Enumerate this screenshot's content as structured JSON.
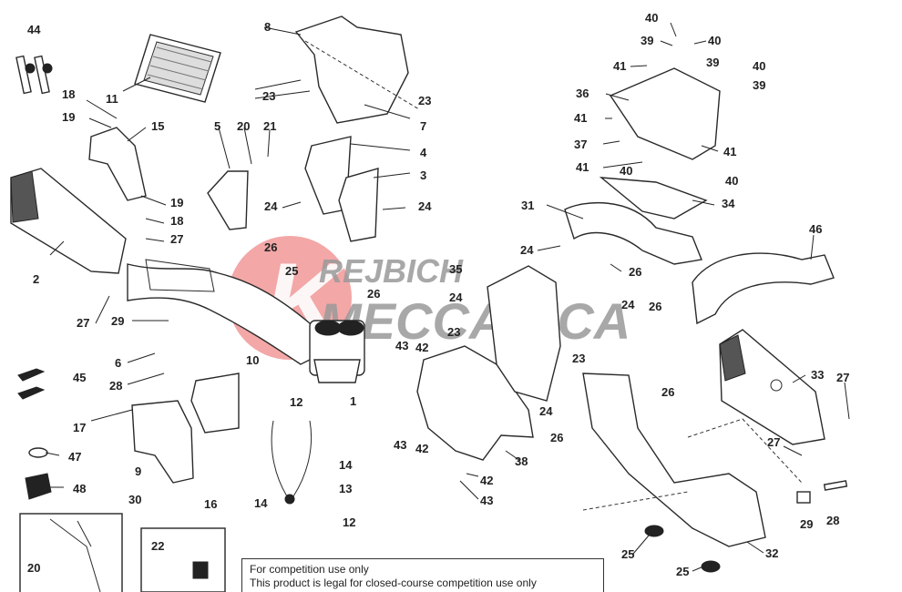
{
  "diagram": {
    "watermark": {
      "line1": "REJBICH",
      "line2": "MECCANICA",
      "logo_letter": "K"
    },
    "notice": {
      "line1": "For competition use only",
      "line2": "This product is legal for closed-course competition use only"
    },
    "part_labels": [
      {
        "id": "l44",
        "text": "44"
      },
      {
        "id": "l11",
        "text": "11"
      },
      {
        "id": "l18a",
        "text": "18"
      },
      {
        "id": "l19a",
        "text": "19"
      },
      {
        "id": "l15",
        "text": "15"
      },
      {
        "id": "l2",
        "text": "2"
      },
      {
        "id": "l19b",
        "text": "19"
      },
      {
        "id": "l18b",
        "text": "18"
      },
      {
        "id": "l27a",
        "text": "27"
      },
      {
        "id": "l27b",
        "text": "27"
      },
      {
        "id": "l29a",
        "text": "29"
      },
      {
        "id": "l6",
        "text": "6"
      },
      {
        "id": "l28a",
        "text": "28"
      },
      {
        "id": "l45",
        "text": "45"
      },
      {
        "id": "l17",
        "text": "17"
      },
      {
        "id": "l47",
        "text": "47"
      },
      {
        "id": "l48",
        "text": "48"
      },
      {
        "id": "l9",
        "text": "9"
      },
      {
        "id": "l30",
        "text": "30"
      },
      {
        "id": "l16",
        "text": "16"
      },
      {
        "id": "l10",
        "text": "10"
      },
      {
        "id": "l5",
        "text": "5"
      },
      {
        "id": "l20a",
        "text": "20"
      },
      {
        "id": "l21",
        "text": "21"
      },
      {
        "id": "l8",
        "text": "8"
      },
      {
        "id": "l23a",
        "text": "23"
      },
      {
        "id": "l23b",
        "text": "23"
      },
      {
        "id": "l7",
        "text": "7"
      },
      {
        "id": "l4",
        "text": "4"
      },
      {
        "id": "l3",
        "text": "3"
      },
      {
        "id": "l24a",
        "text": "24"
      },
      {
        "id": "l24b",
        "text": "24"
      },
      {
        "id": "l26a",
        "text": "26"
      },
      {
        "id": "l25a",
        "text": "25"
      },
      {
        "id": "l26b",
        "text": "26"
      },
      {
        "id": "l1",
        "text": "1"
      },
      {
        "id": "l12a",
        "text": "12"
      },
      {
        "id": "l14a",
        "text": "14"
      },
      {
        "id": "l14b",
        "text": "14"
      },
      {
        "id": "l13",
        "text": "13"
      },
      {
        "id": "l12b",
        "text": "12"
      },
      {
        "id": "l20b",
        "text": "20"
      },
      {
        "id": "l22",
        "text": "22"
      },
      {
        "id": "l35",
        "text": "35"
      },
      {
        "id": "l24c",
        "text": "24"
      },
      {
        "id": "l23c",
        "text": "23"
      },
      {
        "id": "l43a",
        "text": "43"
      },
      {
        "id": "l42a",
        "text": "42"
      },
      {
        "id": "l43b",
        "text": "43"
      },
      {
        "id": "l42b",
        "text": "42"
      },
      {
        "id": "l42c",
        "text": "42"
      },
      {
        "id": "l43c",
        "text": "43"
      },
      {
        "id": "l38",
        "text": "38"
      },
      {
        "id": "l23d",
        "text": "23"
      },
      {
        "id": "l24d",
        "text": "24"
      },
      {
        "id": "l26c",
        "text": "26"
      },
      {
        "id": "l31",
        "text": "31"
      },
      {
        "id": "l24e",
        "text": "24"
      },
      {
        "id": "l26d",
        "text": "26"
      },
      {
        "id": "l24f",
        "text": "24"
      },
      {
        "id": "l26e",
        "text": "26"
      },
      {
        "id": "l26f",
        "text": "26"
      },
      {
        "id": "l40a",
        "text": "40"
      },
      {
        "id": "l39a",
        "text": "39"
      },
      {
        "id": "l40b",
        "text": "40"
      },
      {
        "id": "l41a",
        "text": "41"
      },
      {
        "id": "l39b",
        "text": "39"
      },
      {
        "id": "l40c",
        "text": "40"
      },
      {
        "id": "l39c",
        "text": "39"
      },
      {
        "id": "l36",
        "text": "36"
      },
      {
        "id": "l41b",
        "text": "41"
      },
      {
        "id": "l37",
        "text": "37"
      },
      {
        "id": "l41c",
        "text": "41"
      },
      {
        "id": "l40d",
        "text": "40"
      },
      {
        "id": "l41d",
        "text": "41"
      },
      {
        "id": "l40e",
        "text": "40"
      },
      {
        "id": "l34",
        "text": "34"
      },
      {
        "id": "l46",
        "text": "46"
      },
      {
        "id": "l33",
        "text": "33"
      },
      {
        "id": "l27c",
        "text": "27"
      },
      {
        "id": "l27d",
        "text": "27"
      },
      {
        "id": "l29b",
        "text": "29"
      },
      {
        "id": "l28b",
        "text": "28"
      },
      {
        "id": "l32",
        "text": "32"
      },
      {
        "id": "l25b",
        "text": "25"
      },
      {
        "id": "l25c",
        "text": "25"
      }
    ]
  }
}
